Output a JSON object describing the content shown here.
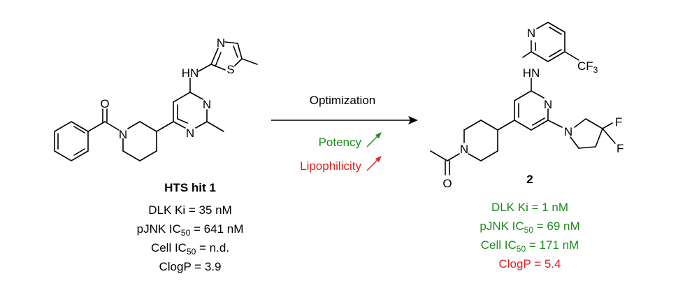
{
  "reaction": {
    "arrow_label": "Optimization",
    "potency_label": "Potency",
    "lipophilicity_label": "Lipophilicity",
    "colors": {
      "improved": "#1a8c1a",
      "worse": "#e02020",
      "text": "#000000"
    }
  },
  "compound_left": {
    "name": "HTS hit 1",
    "props": {
      "dlk_ki": "DLK Ki = 35 nM",
      "pjnk_prefix": "pJNK IC",
      "pjnk_sub": "50",
      "pjnk_value": " = 641 nM",
      "cell_prefix": "Cell IC",
      "cell_sub": "50",
      "cell_value": " = n.d.",
      "clogp": "ClogP = 3.9"
    },
    "atoms": {
      "hn": "HN",
      "thiazole_n": "N",
      "thiazole_s": "S",
      "pyrimidine_n1": "N",
      "pyrimidine_n2": "N",
      "carbonyl_o": "O",
      "piperidine_n": "N"
    }
  },
  "compound_right": {
    "name": "2",
    "props": {
      "dlk_ki": "DLK Ki = 1 nM",
      "pjnk_prefix": "pJNK IC",
      "pjnk_sub": "50",
      "pjnk_value": " = 69 nM",
      "cell_prefix": "Cell IC",
      "cell_sub": "50",
      "cell_value": " = 171 nM",
      "clogp": "ClogP = 5.4"
    },
    "atoms": {
      "hn": "HN",
      "pyridine_top_n": "N",
      "cf3_prefix": "CF",
      "cf3_sub": "3",
      "pyridine_n": "N",
      "pyrrolidine_n": "N",
      "f1": "F",
      "f2": "F",
      "piperidine_n": "N",
      "carbonyl_o": "O"
    }
  }
}
